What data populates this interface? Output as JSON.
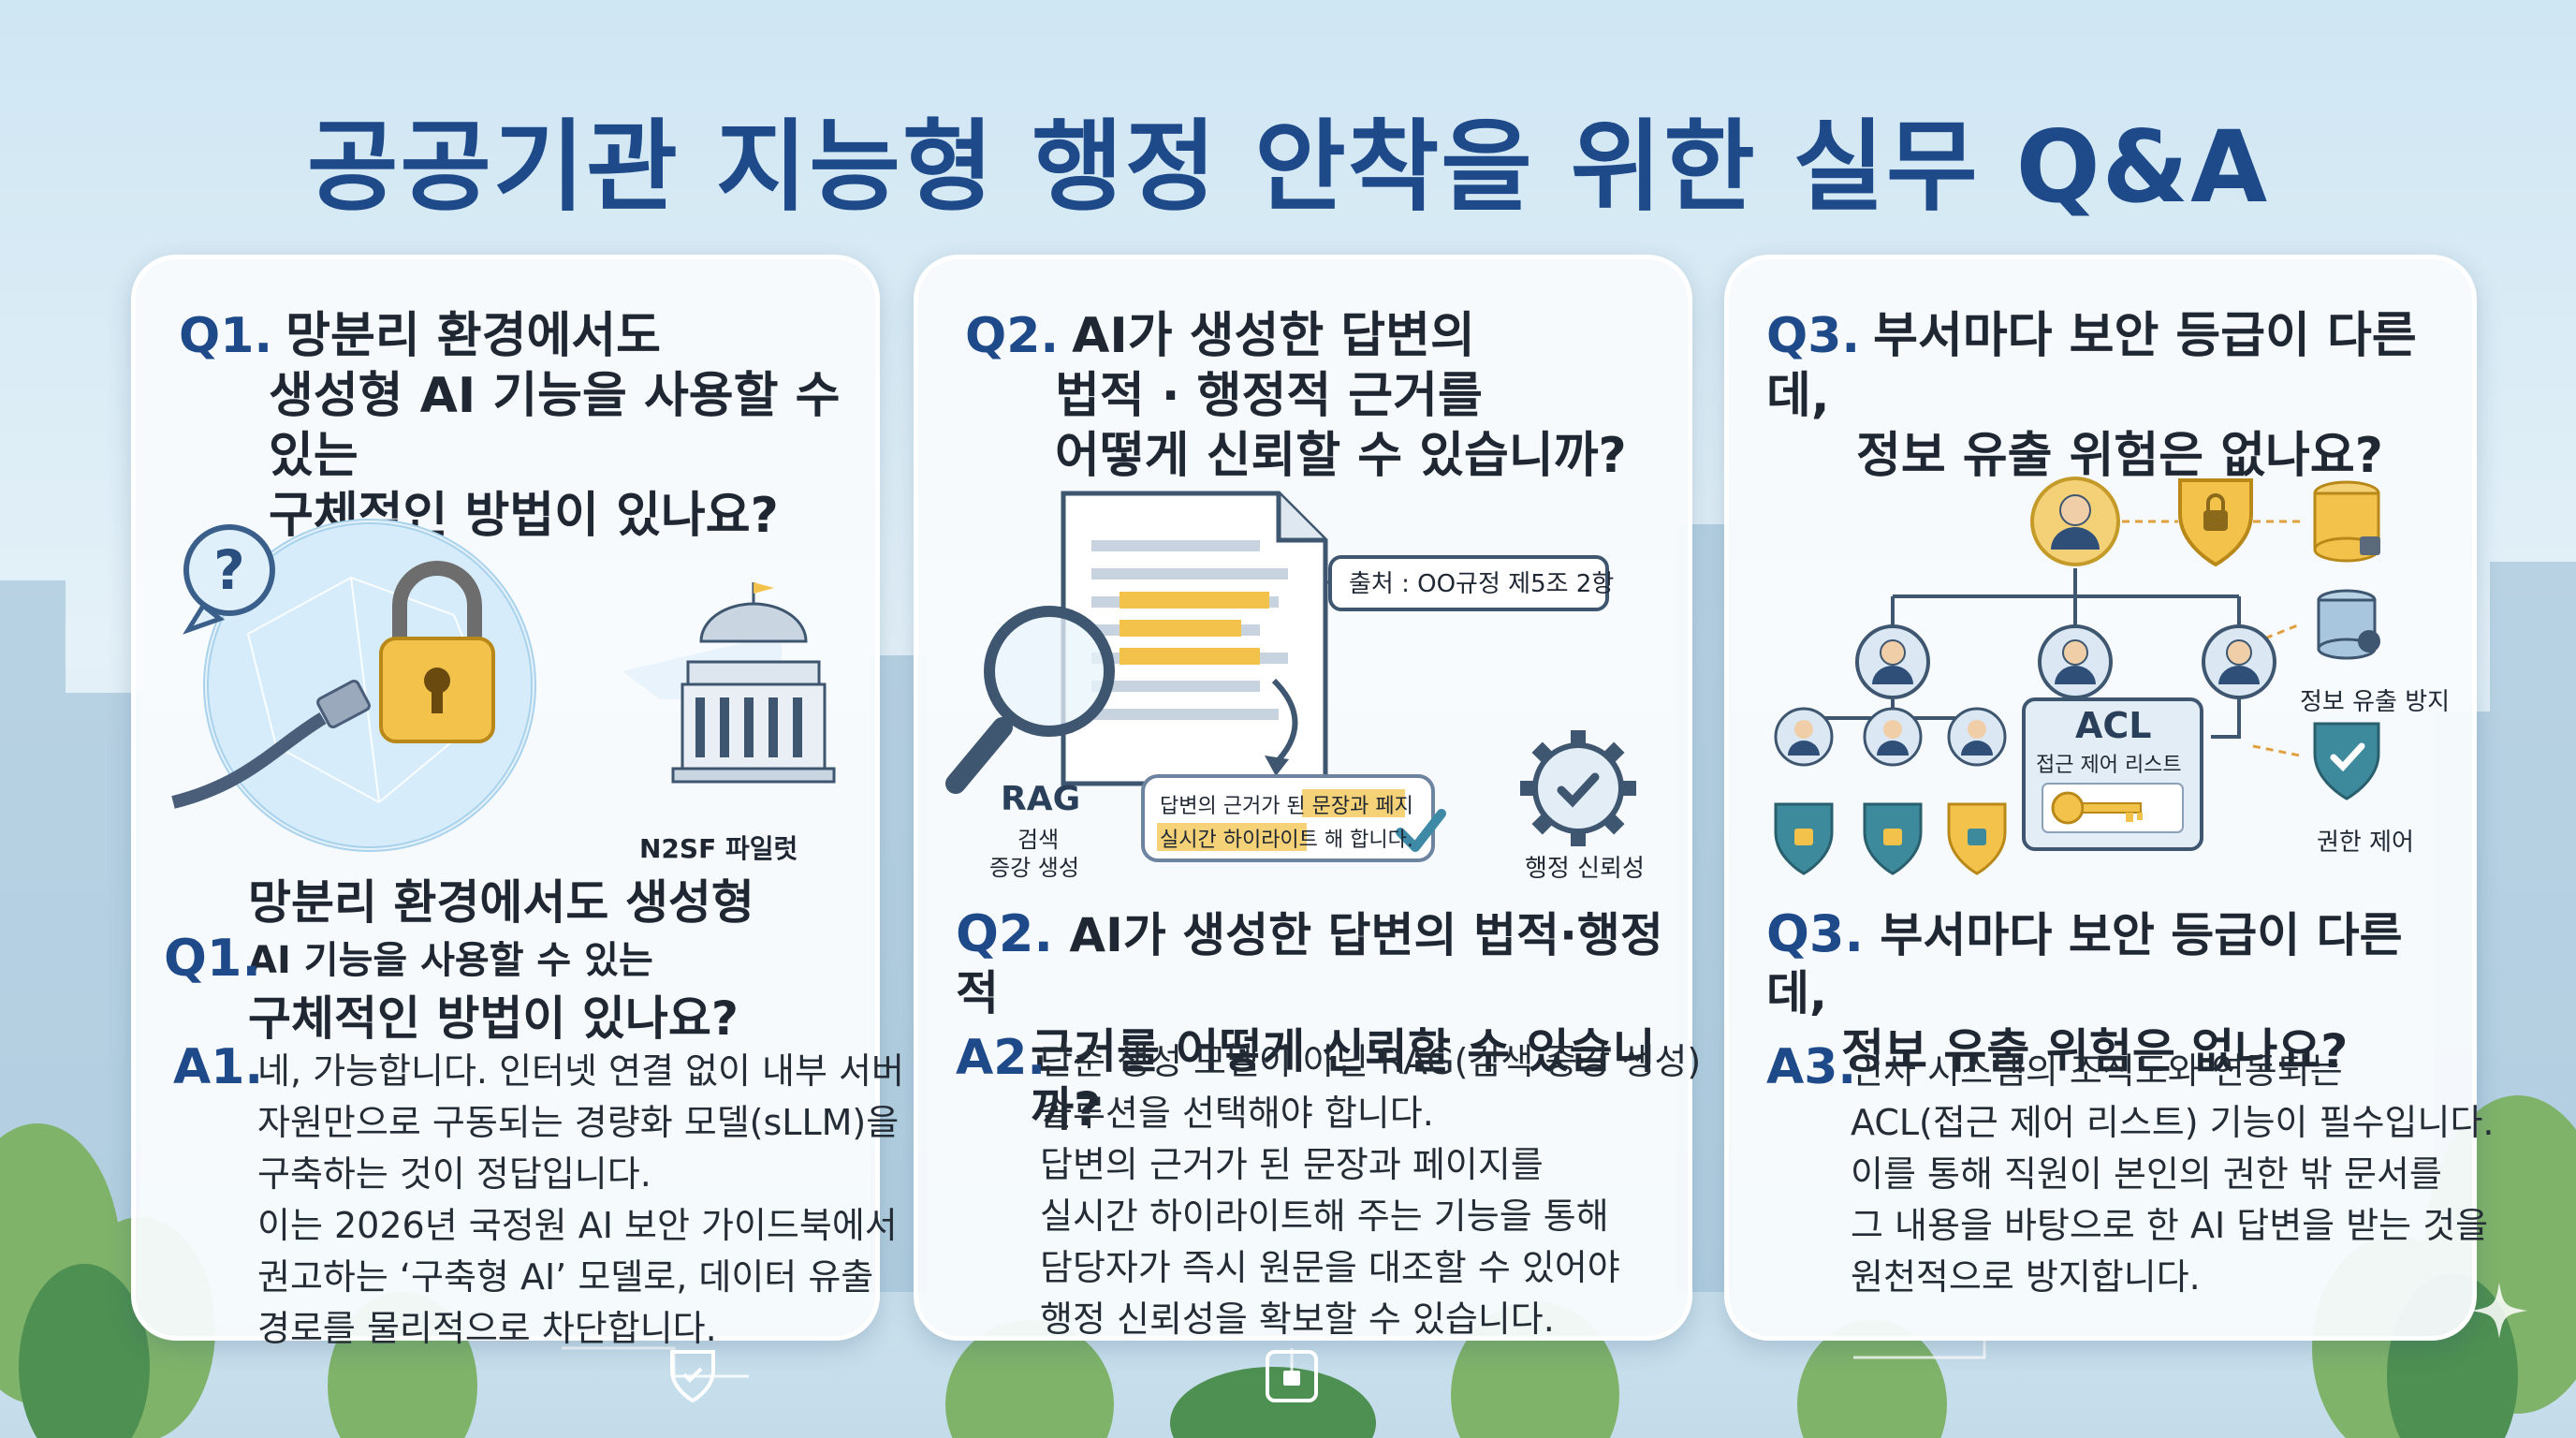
{
  "title": "공공기관 지능형 행정 안착을 위한 실무 Q&A",
  "colors": {
    "title": "#1f4a8a",
    "accent_yellow": "#f2c24a",
    "panel_bg": "#f8fbfd",
    "shield_teal": "#3d8a9c"
  },
  "panels": [
    {
      "q_no": "Q1.",
      "q_lines": [
        "망분리 환경에서도",
        "생성형 AI 기능을 사용할 수 있는",
        "구체적인 방법이 있나요?"
      ],
      "illustration": {
        "caption": "N2SF 파일럿",
        "icons": [
          "question-bubble-icon",
          "globe-network-icon",
          "padlock-icon",
          "usb-cable-icon",
          "government-building-icon"
        ]
      },
      "sub_q_lines": [
        "망분리 환경에서도 생성형",
        "AI 기능을 사용할 수 있는",
        "구체적인 방법이 있나요?"
      ],
      "a_no": "A1.",
      "a_lines": [
        "네, 가능합니다. 인터넷 연결 없이 내부 서버",
        "자원만으로 구동되는 경량화 모델(sLLM)을",
        "구축하는 것이 정답입니다.",
        "이는 2026년 국정원 AI 보안 가이드북에서",
        "권고하는 ‘구축형 AI’ 모델로, 데이터 유출",
        "경로를 물리적으로 차단합니다."
      ]
    },
    {
      "q_no": "Q2.",
      "q_lines": [
        "AI가 생성한 답변의",
        "법적 · 행정적 근거를",
        "어떻게 신뢰할 수 있습니까?"
      ],
      "illustration": {
        "source_label": "출처 : OO규정 제5조 2항",
        "rag_title": "RAG",
        "rag_sub": [
          "검색",
          "증강 생성"
        ],
        "highlight_lines": [
          "답변의 근거가 된 문장과 페지",
          "실시간 하이라이트 해 합니다."
        ],
        "gear_caption": "행정 신뢰성",
        "icons": [
          "document-icon",
          "magnifier-icon",
          "check-gear-icon",
          "check-icon"
        ]
      },
      "sub_q_lines": [
        "AI가 생성한 답변의 법적·행정적",
        "근거를 어떻게 신뢰할 수 있습니까?"
      ],
      "a_no": "A2.",
      "a_lines": [
        "단순 생성 모델이 아닌 RAG(검색 증강 생성)",
        "솔루션을 선택해야 합니다.",
        "답변의 근거가 된 문장과 페이지를",
        "실시간 하이라이트해 주는 기능을 통해",
        "담당자가 즉시 원문을 대조할 수 있어야",
        "행정 신뢰성을 확보할 수 있습니다."
      ]
    },
    {
      "q_no": "Q3.",
      "q_lines": [
        "부서마다 보안 등급이 다른데,",
        "정보 유출 위험은 없나요?"
      ],
      "illustration": {
        "acl_title": "ACL",
        "acl_sub": "접근 제어 리스트",
        "leak_caption": "정보 유출 방지",
        "perm_caption": "권한 제어",
        "icons": [
          "org-chart-icon",
          "person-icon",
          "shield-lock-icon",
          "database-lock-icon",
          "key-icon",
          "shield-check-icon"
        ]
      },
      "sub_q_lines": [
        "부서마다 보안 등급이 다른데,",
        "정보 유출 위험은 없나요?"
      ],
      "a_no": "A3.",
      "a_lines": [
        "인사 시스템의 조직도와 연동되는",
        "ACL(접근 제어 리스트) 기능이 필수입니다.",
        "이를 통해 직원이 본인의 권한 밖 문서를",
        "그 내용을  바탕으로 한 AI 답변을 받는 것을",
        "원천적으로 방지합니다."
      ]
    }
  ]
}
